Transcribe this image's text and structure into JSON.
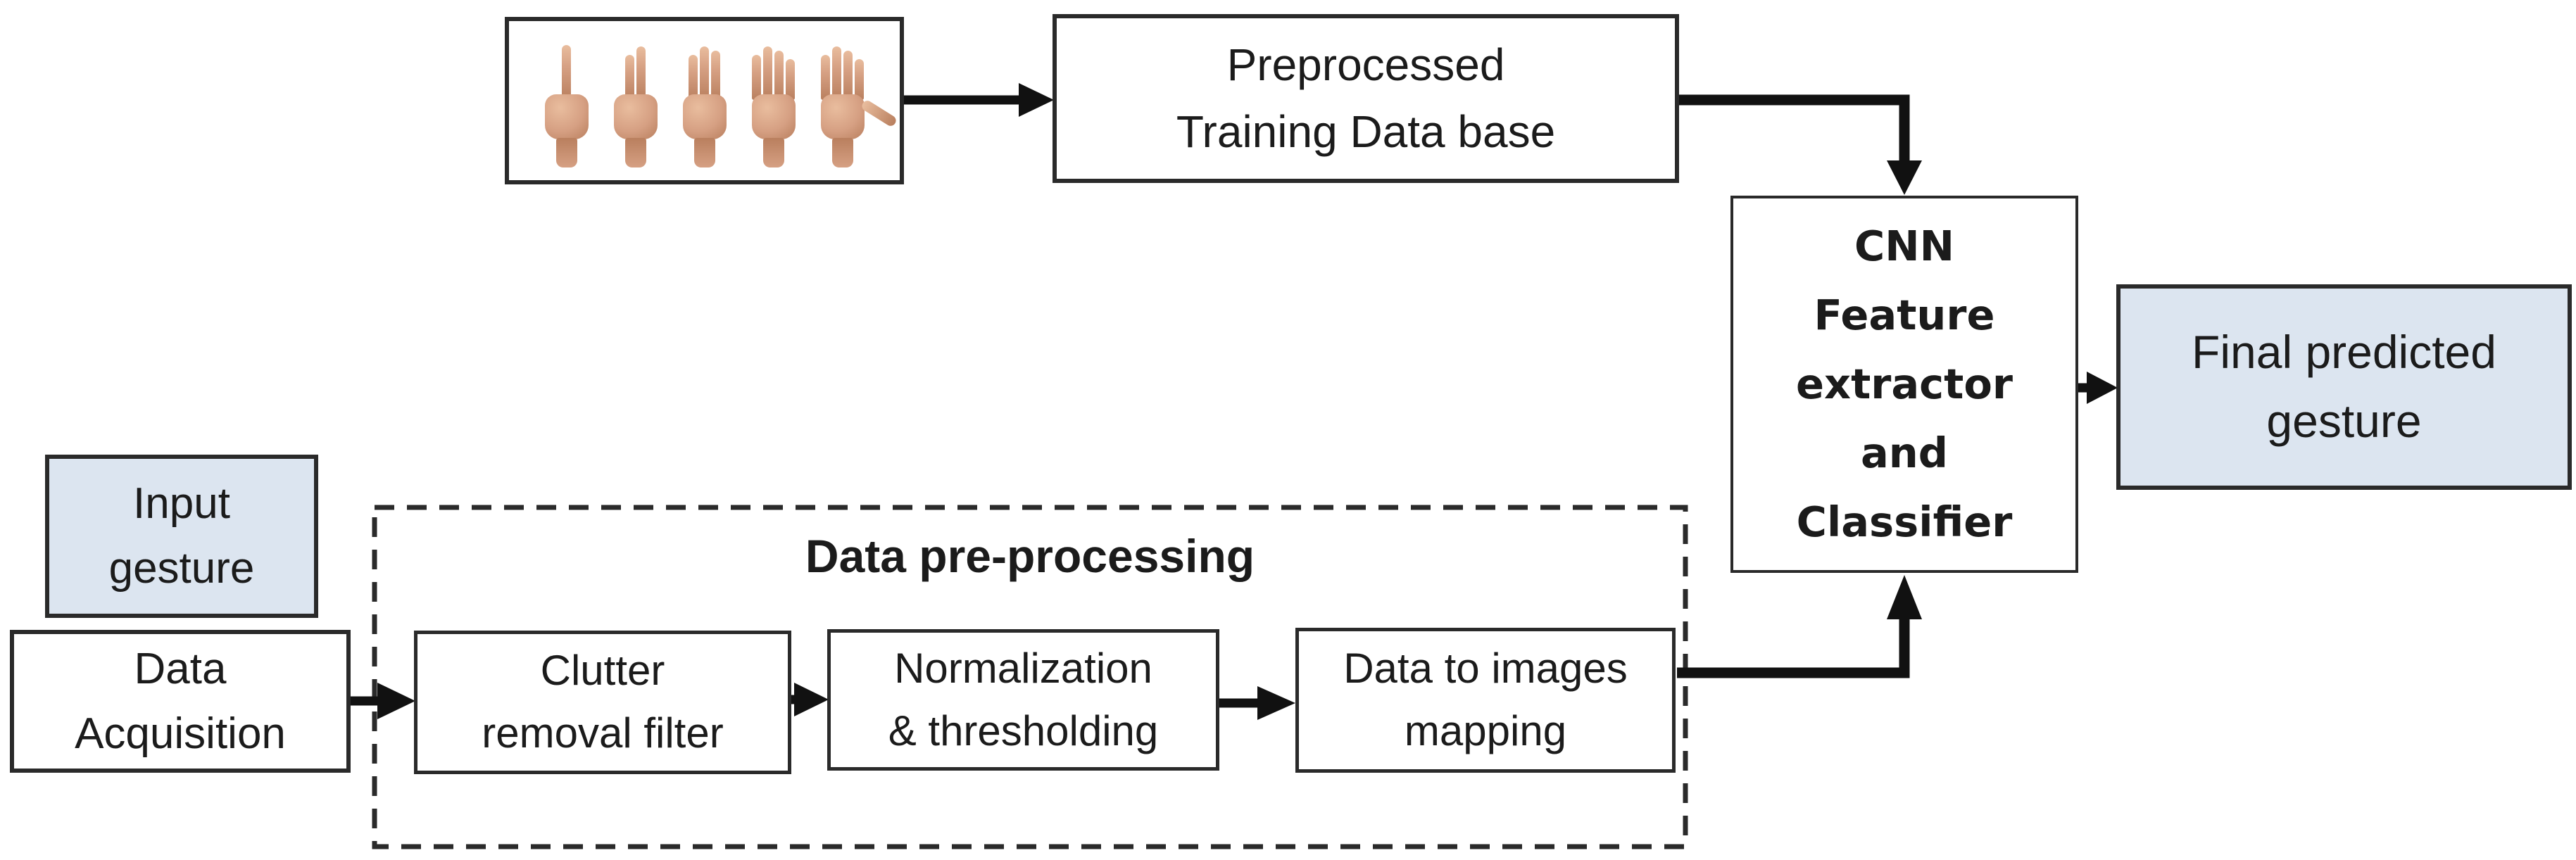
{
  "colors": {
    "highlight_fill": "#dce5f0",
    "box_fill": "#ffffff",
    "border": "#2a2a2a",
    "arrow": "#111111",
    "text": "#1b1b1b",
    "skin": "#d6a083",
    "skin_dark": "#b97f5e",
    "skin_light": "#e9bd9e"
  },
  "diagram": {
    "training_image": {
      "icon": "hand-gestures-image",
      "description": "five hands showing one to five fingers",
      "fingers": [
        1,
        2,
        3,
        4,
        5
      ]
    },
    "nodes": {
      "preprocessed_db": "Preprocessed\nTraining Data base",
      "cnn": "CNN\nFeature\nextractor\nand\nClassifier",
      "final_prediction": "Final predicted\ngesture",
      "input_gesture": "Input\ngesture",
      "data_acquisition": "Data\nAcquisition",
      "preprocessing_group": "Data pre-processing",
      "clutter_filter": "Clutter\nremoval filter",
      "normalization": "Normalization\n& thresholding",
      "data_to_images": "Data to images\nmapping"
    }
  }
}
